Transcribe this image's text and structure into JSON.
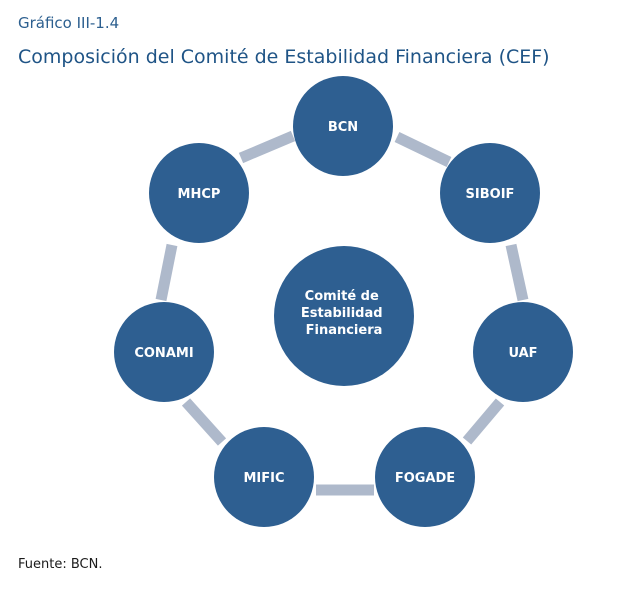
{
  "figure": {
    "label": "Gráfico III-1.4",
    "title": "Composición del Comité de Estabilidad Financiera (CEF)",
    "source": "Fuente: BCN."
  },
  "diagram": {
    "center": {
      "lines": [
        "Comité de",
        "Estabilidad",
        "Financiera"
      ]
    },
    "members": [
      "BCN",
      "SIBOIF",
      "UAF",
      "FOGADE",
      "MIFIC",
      "CONAMI",
      "MHCP"
    ]
  },
  "colors": {
    "node_fill": "#2e5f91",
    "connector": "#aeb9cb",
    "title": "#1f5486"
  }
}
